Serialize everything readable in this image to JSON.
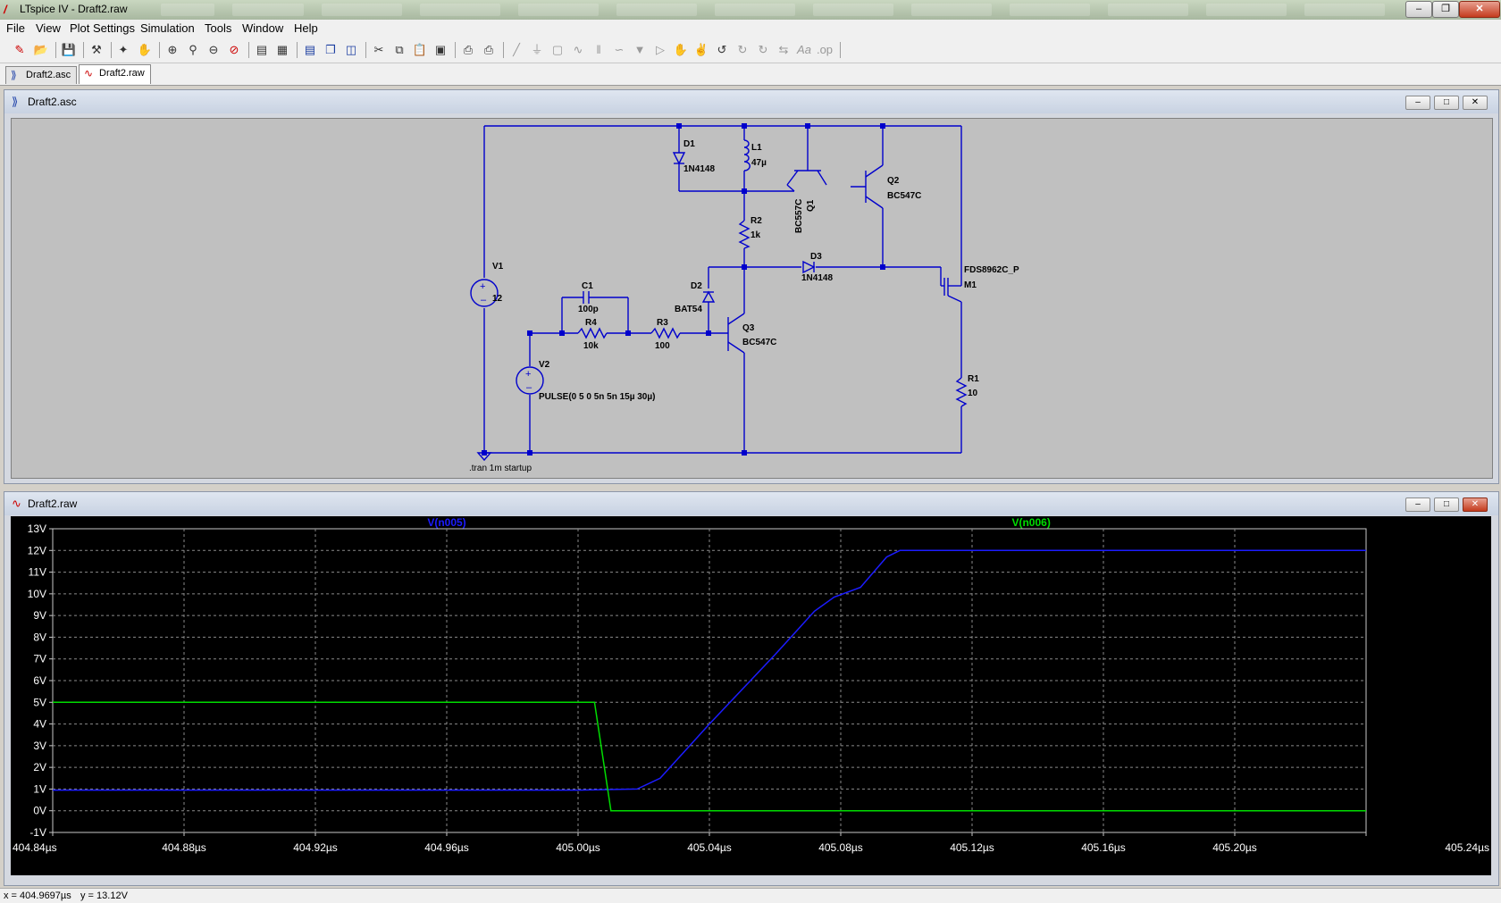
{
  "app": {
    "title": "LTspice IV - Draft2.raw",
    "icon": "ltspice-logo-icon"
  },
  "menu": [
    "File",
    "View",
    "Plot Settings",
    "Simulation",
    "Tools",
    "Window",
    "Help"
  ],
  "tabs": [
    {
      "label": "Draft2.asc",
      "icon": "schematic-icon",
      "active": false
    },
    {
      "label": "Draft2.raw",
      "icon": "waveform-icon",
      "active": true
    }
  ],
  "schematic_window": {
    "title": "Draft2.asc",
    "components": {
      "V1": {
        "name": "V1",
        "value": "12"
      },
      "V2": {
        "name": "V2",
        "value": "PULSE(0 5 0 5n 5n 15µ 30µ)"
      },
      "D1": {
        "name": "D1",
        "value": "1N4148"
      },
      "L1": {
        "name": "L1",
        "value": "47µ"
      },
      "Q1": {
        "name": "Q1",
        "value": "BC557C"
      },
      "Q2": {
        "name": "Q2",
        "value": "BC547C"
      },
      "R2": {
        "name": "R2",
        "value": "1k"
      },
      "D3": {
        "name": "D3",
        "value": "1N4148"
      },
      "D2": {
        "name": "D2",
        "value": "BAT54"
      },
      "C1": {
        "name": "C1",
        "value": "100p"
      },
      "R4": {
        "name": "R4",
        "value": "10k"
      },
      "R3": {
        "name": "R3",
        "value": "100"
      },
      "Q3": {
        "name": "Q3",
        "value": "BC547C"
      },
      "M1": {
        "name": "M1",
        "value": "FDS8962C_P"
      },
      "R1": {
        "name": "R1",
        "value": "10"
      }
    },
    "directive": ".tran 1m startup"
  },
  "plot_window": {
    "title": "Draft2.raw"
  },
  "status": {
    "x": "x = 404.9697µs",
    "y": "y = 13.12V"
  },
  "chart_data": {
    "type": "line",
    "background": "#000000",
    "grid": true,
    "xlim": [
      404.84,
      405.24
    ],
    "ylim": [
      -1,
      13
    ],
    "x_ticks": [
      "404.84µs",
      "404.88µs",
      "404.92µs",
      "404.96µs",
      "405.00µs",
      "405.04µs",
      "405.08µs",
      "405.12µs",
      "405.16µs",
      "405.20µs",
      "405.24µs"
    ],
    "y_ticks": [
      "13V",
      "12V",
      "11V",
      "10V",
      "9V",
      "8V",
      "7V",
      "6V",
      "5V",
      "4V",
      "3V",
      "2V",
      "1V",
      "0V",
      "-1V"
    ],
    "series": [
      {
        "name": "V(n005)",
        "color": "#1c1cff",
        "label_at_x": 404.96,
        "x": [
          404.84,
          405.0,
          405.018,
          405.025,
          405.04,
          405.06,
          405.072,
          405.078,
          405.086,
          405.094,
          405.098,
          405.24
        ],
        "y": [
          0.95,
          0.95,
          1.0,
          1.5,
          4.0,
          7.2,
          9.2,
          9.85,
          10.3,
          11.7,
          12.0,
          12.0
        ]
      },
      {
        "name": "V(n006)",
        "color": "#00dd00",
        "label_at_x": 405.138,
        "x": [
          404.84,
          405.005,
          405.01,
          405.24
        ],
        "y": [
          5.0,
          5.0,
          0.0,
          0.0
        ]
      }
    ]
  }
}
